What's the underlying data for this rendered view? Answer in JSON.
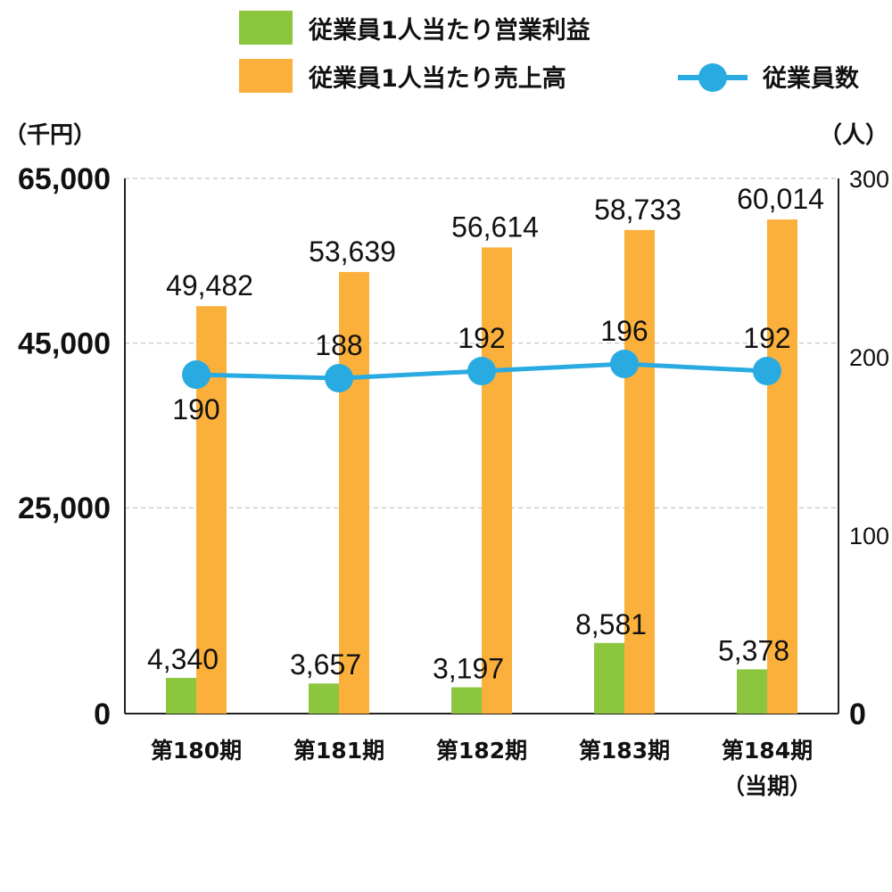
{
  "chart_data": {
    "type": "bar",
    "categories": [
      "第180期",
      "第181期",
      "第182期",
      "第183期",
      "第184期"
    ],
    "category_sublabels": [
      "",
      "",
      "",
      "",
      "（当期）"
    ],
    "series": [
      {
        "name": "従業員1人当たり営業利益",
        "type": "bar",
        "axis": "left",
        "color": "#8cc63f",
        "values": [
          4340,
          3657,
          3197,
          8581,
          5378
        ]
      },
      {
        "name": "従業員1人当たり売上高",
        "type": "bar",
        "axis": "left",
        "color": "#fbb03b",
        "values": [
          49482,
          53639,
          56614,
          58733,
          60014
        ]
      },
      {
        "name": "従業員数",
        "type": "line",
        "axis": "right",
        "color": "#29abe2",
        "values": [
          190,
          188,
          192,
          196,
          192
        ]
      }
    ],
    "left_axis": {
      "unit": "（千円）",
      "ylim": [
        0,
        65000
      ],
      "ticks": [
        "65,000",
        "45,000",
        "25,000",
        "0"
      ],
      "tick_values": [
        65000,
        45000,
        25000,
        0
      ]
    },
    "right_axis": {
      "unit": "（人）",
      "ylim": [
        0,
        300
      ],
      "ticks": [
        "300",
        "200",
        "100",
        "0"
      ],
      "tick_values": [
        300,
        200,
        100,
        0
      ]
    },
    "bar_labels": {
      "profit": [
        "4,340",
        "3,657",
        "3,197",
        "8,581",
        "5,378"
      ],
      "sales": [
        "49,482",
        "53,639",
        "56,614",
        "58,733",
        "60,014"
      ]
    },
    "employee_labels": [
      "190",
      "188",
      "192",
      "196",
      "192"
    ],
    "grid": true,
    "legend_position": "top"
  }
}
